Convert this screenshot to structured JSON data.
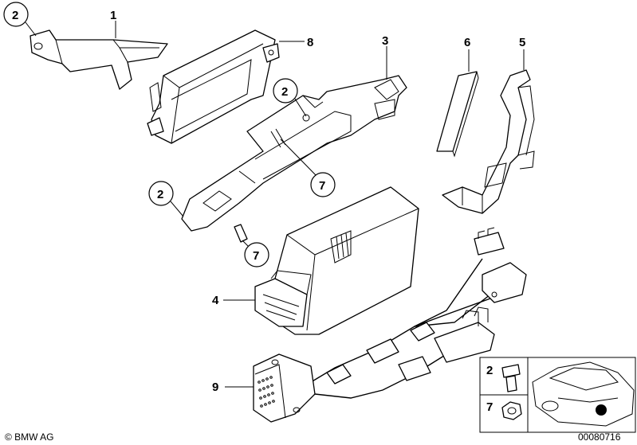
{
  "callouts": {
    "c1": "1",
    "c2a": "2",
    "c2b": "2",
    "c2c": "2",
    "c3": "3",
    "c4": "4",
    "c5": "5",
    "c6": "6",
    "c7a": "7",
    "c7b": "7",
    "c8": "8",
    "c9": "9"
  },
  "legend": {
    "bolt_number": "2",
    "nut_number": "7"
  },
  "footer": {
    "copyright": "© BMW AG",
    "diagram_number": "00080716"
  }
}
